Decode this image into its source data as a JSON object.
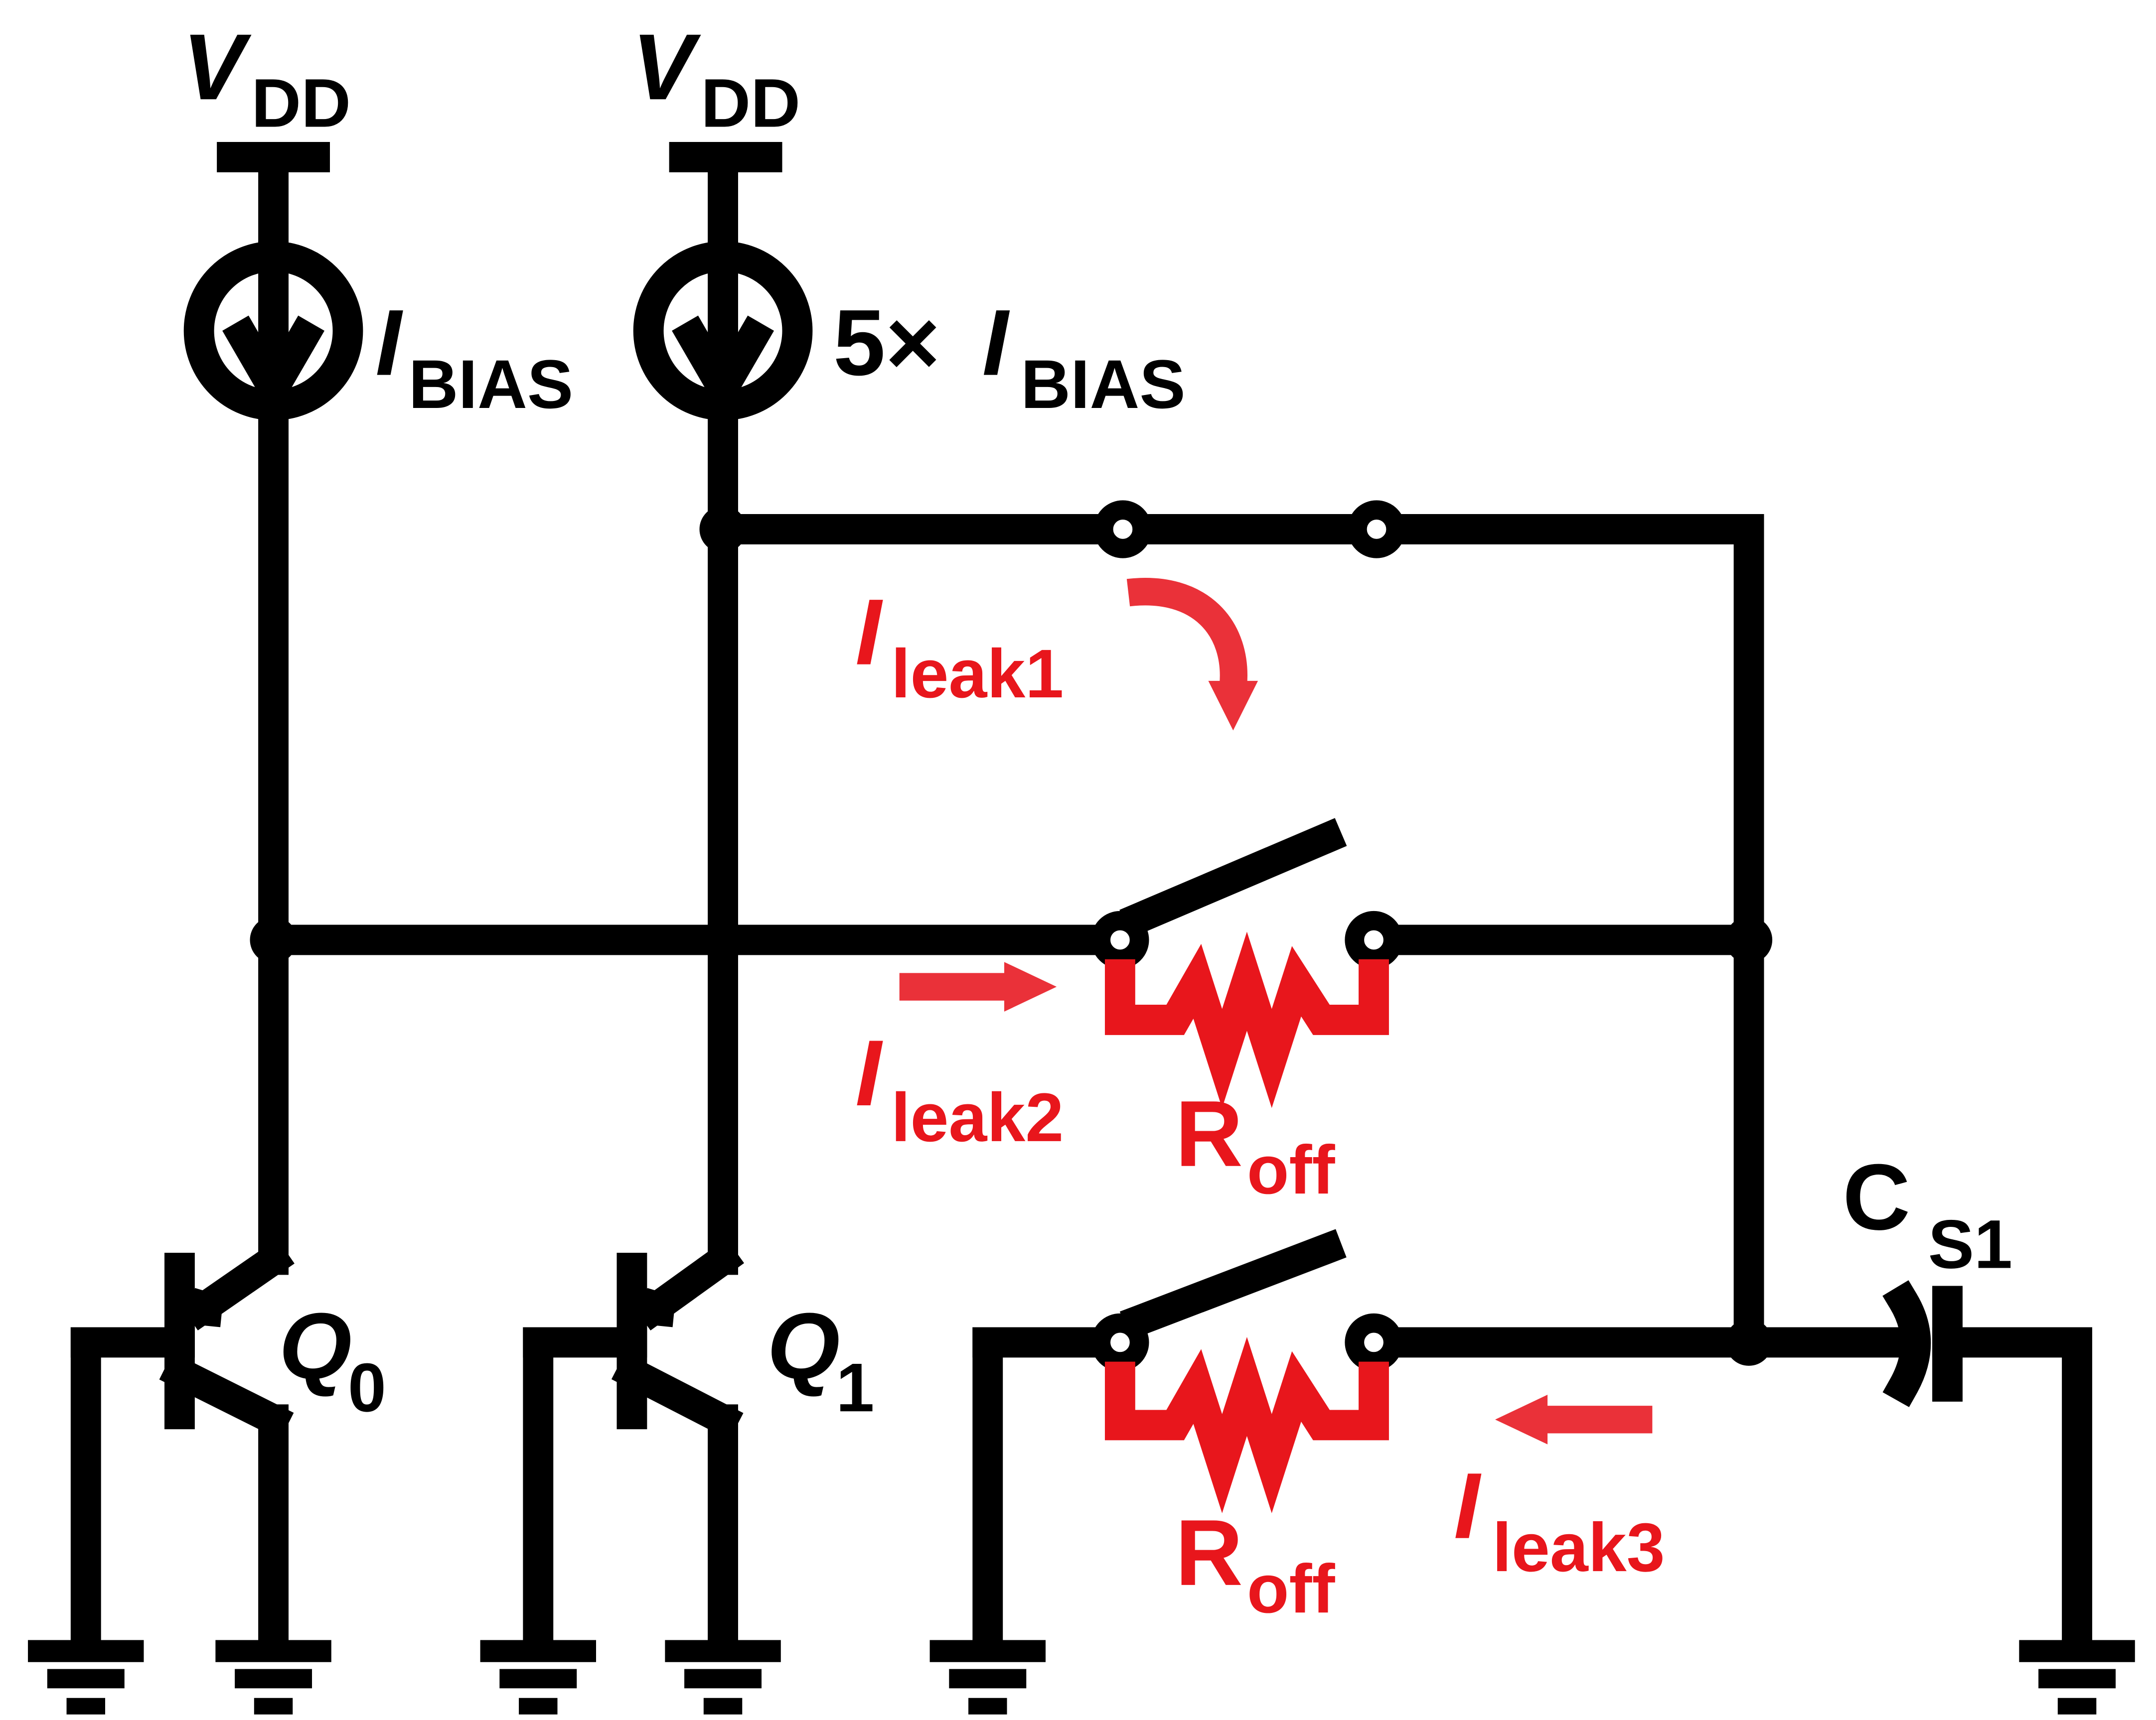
{
  "labels": {
    "vdd_main": "V",
    "vdd_sub": "DD",
    "ibias_main": "I",
    "ibias_sub": "BIAS",
    "ibias5_prefix": "5×",
    "ibias5_main": "I",
    "ibias5_sub": "BIAS",
    "q0_main": "Q",
    "q0_sub": "0",
    "q1_main": "Q",
    "q1_sub": "1",
    "cs1_main": "C",
    "cs1_sub": "S1",
    "roff_main": "R",
    "roff_sub": "off",
    "ileak_main": "I",
    "ileak1_sub": "leak1",
    "ileak2_sub": "leak2",
    "ileak3_sub": "leak3"
  },
  "colors": {
    "wire": "#000000",
    "leakage": "#e8161c",
    "arrow": "#ea3139"
  }
}
